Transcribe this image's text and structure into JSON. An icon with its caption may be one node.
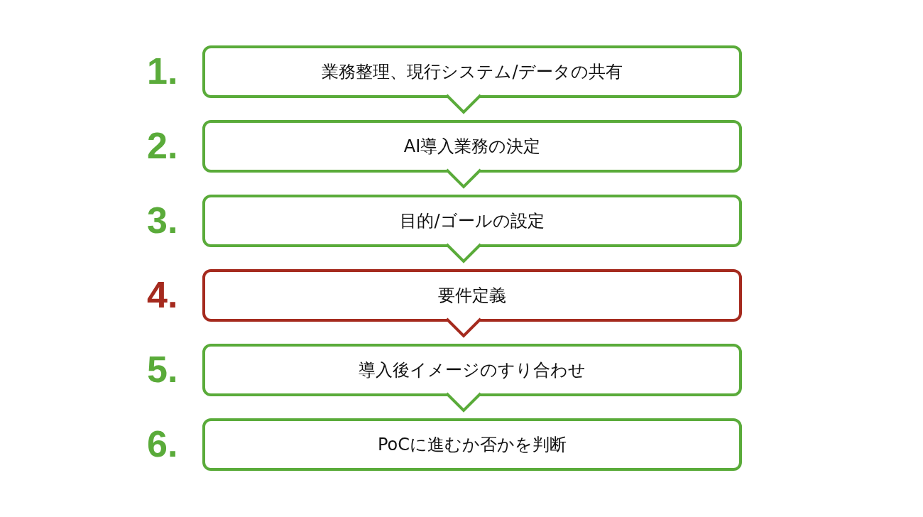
{
  "diagram": {
    "nodes": [
      {
        "text": [
          "業務整理、現行システム/データの共有"
        ],
        "beside": [
          "1."
        ]
      },
      {
        "text": [
          "AI導入業務の決定"
        ],
        "beside": [
          "2."
        ]
      },
      {
        "text": [
          "目的/ゴールの設定"
        ],
        "beside": [
          "3."
        ]
      },
      {
        "text": [
          "要件定義"
        ],
        "beside": [
          "4."
        ]
      },
      {
        "text": [
          "導入後イメージのすり合わせ"
        ],
        "beside": [
          "5."
        ]
      },
      {
        "text": [
          "PoCに進むか否かを判断"
        ],
        "beside": [
          "6."
        ]
      }
    ],
    "edges": [
      {
        "from": 0,
        "to": 1,
        "arrow": "to"
      },
      {
        "from": 1,
        "to": 2,
        "arrow": "to"
      },
      {
        "from": 2,
        "to": 3,
        "arrow": "to"
      },
      {
        "from": 3,
        "to": 4,
        "arrow": "to",
        "color": "#a52a1e"
      },
      {
        "from": 4,
        "to": 5,
        "arrow": "to"
      }
    ]
  }
}
